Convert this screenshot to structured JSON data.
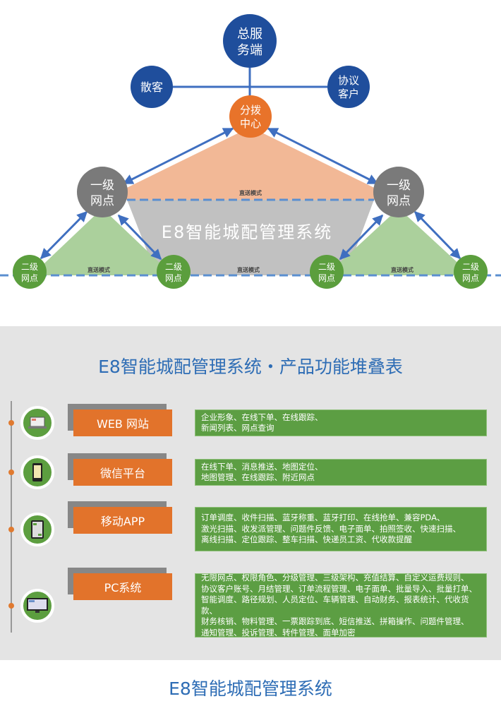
{
  "diagram": {
    "hq": [
      "总服",
      "务端"
    ],
    "retail": "散客",
    "contract": [
      "协议",
      "客户"
    ],
    "hub": [
      "分拨",
      "中心"
    ],
    "level1": [
      "一级",
      "网点"
    ],
    "level2": [
      "二级",
      "网点"
    ],
    "direct": "直送模式",
    "system": "E8智能城配管理系统"
  },
  "colors": {
    "blue": "#1f4e9c",
    "orange": "#e8732a",
    "gray": "#7a7a7a",
    "green": "#5b9e3d",
    "line": "#4f86cc"
  },
  "section": {
    "title": "E8智能城配管理系统・产品功能堆叠表",
    "rows": [
      {
        "label": "WEB 网站",
        "icon": "laptop-icon",
        "features": "企业形象、在线下单、在线跟踪、\n新闻列表、网点查询"
      },
      {
        "label": "微信平台",
        "icon": "phone-icon",
        "features": "在线下单、消息推送、地图定位、\n地图管理、在线跟踪、附近网点"
      },
      {
        "label": "移动APP",
        "icon": "tablet-icon",
        "features": "订单调度、收件扫描、蓝牙称重、蓝牙打印、在线抢单、兼容PDA、\n激光扫描、收发派管理、问题件反馈、电子面单、拍照签收、快速扫描、\n离线扫描、定位跟踪、整车扫描、快递员工资、代收款提醒"
      },
      {
        "label": "PC系统",
        "icon": "monitor-icon",
        "features": "无限网点、权限角色、分级管理、三级架构、充值结算、自定义运费规则、\n协议客户账号、月结管理、订单流程管理、电子面单、批量导入、批量打单、\n智能调度、路径规划、人员定位、车辆管理、自动财务、报表统计、代收货款、\n财务核销、物料管理、一票跟踪到底、短信推送、拼箱操作、问题件管理、\n通知管理、投诉管理、转件管理、面单加密"
      }
    ]
  },
  "footer": "E8智能城配管理系统"
}
